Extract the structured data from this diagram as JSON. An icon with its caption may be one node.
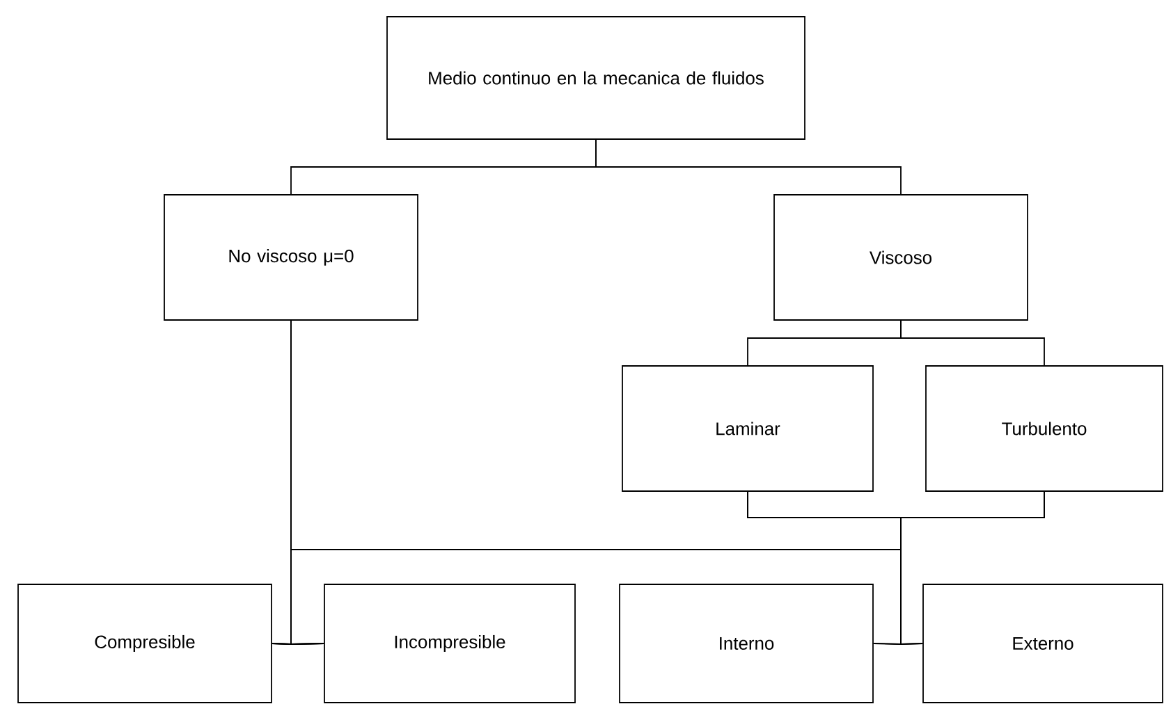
{
  "diagram": {
    "nodes": [
      {
        "text": [
          "Medio continuo en la mecanica de fluidos"
        ]
      },
      {
        "text": [
          "No viscoso μ=0"
        ]
      },
      {
        "text": [
          "Viscoso"
        ]
      },
      {
        "text": [
          "Laminar"
        ]
      },
      {
        "text": [
          "Turbulento"
        ]
      },
      {
        "text": [
          "Compresible"
        ]
      },
      {
        "text": [
          "Incompresible"
        ]
      },
      {
        "text": [
          "Interno"
        ]
      },
      {
        "text": [
          "Externo"
        ]
      }
    ],
    "edges": [
      {
        "from": 0,
        "to": 1,
        "arrow": "none"
      },
      {
        "from": 0,
        "to": 2,
        "arrow": "none"
      },
      {
        "from": 2,
        "to": 3,
        "arrow": "none"
      },
      {
        "from": 2,
        "to": 4,
        "arrow": "none"
      },
      {
        "from": 1,
        "to": 5,
        "arrow": "none"
      },
      {
        "from": 1,
        "to": 6,
        "arrow": "none"
      },
      {
        "from": 3,
        "to": 5,
        "arrow": "none"
      },
      {
        "from": 3,
        "to": 6,
        "arrow": "none"
      },
      {
        "from": 3,
        "to": 7,
        "arrow": "none"
      },
      {
        "from": 3,
        "to": 8,
        "arrow": "none"
      },
      {
        "from": 4,
        "to": 5,
        "arrow": "none"
      },
      {
        "from": 4,
        "to": 6,
        "arrow": "none"
      },
      {
        "from": 4,
        "to": 7,
        "arrow": "none"
      },
      {
        "from": 4,
        "to": 8,
        "arrow": "none"
      }
    ]
  }
}
